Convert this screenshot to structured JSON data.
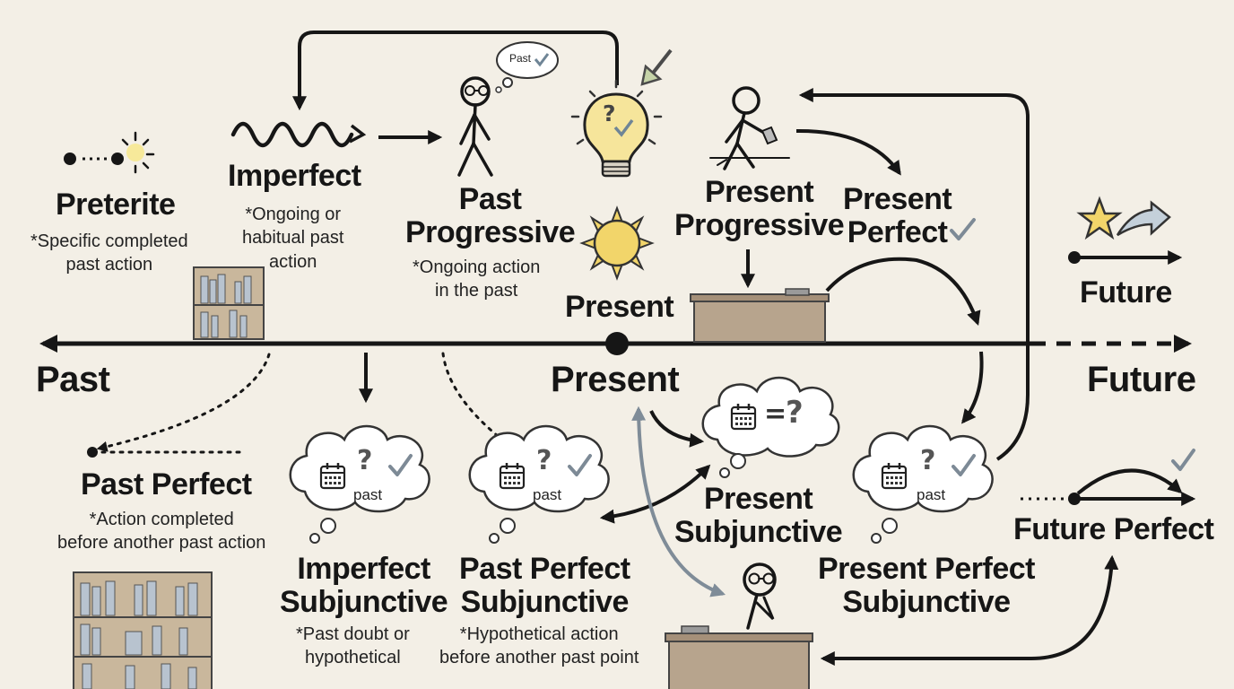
{
  "axis": {
    "past_label": "Past",
    "present_label": "Present",
    "future_label": "Future"
  },
  "tenses": {
    "preterite": {
      "name": "Preterite",
      "note": [
        "*Specific completed",
        "past action"
      ]
    },
    "imperfect": {
      "name": "Imperfect",
      "note": [
        "*Ongoing or",
        "habitual past",
        "action"
      ]
    },
    "past_progressive": {
      "name": [
        "Past",
        "Progressive"
      ],
      "note": [
        "*Ongoing action",
        "in the past"
      ]
    },
    "present": {
      "name": "Present"
    },
    "present_progressive": {
      "name": [
        "Present",
        "Progressive"
      ]
    },
    "present_perfect": {
      "name": [
        "Present",
        "Perfect"
      ]
    },
    "future": {
      "name": "Future"
    },
    "past_perfect": {
      "name": "Past Perfect",
      "note": [
        "*Action completed",
        "before another past action"
      ]
    },
    "imperfect_subjunctive": {
      "name": [
        "Imperfect",
        "Subjunctive"
      ],
      "note": [
        "*Past doubt or",
        "hypothetical"
      ]
    },
    "past_perfect_subjunctive": {
      "name": [
        "Past Perfect",
        "Subjunctive"
      ],
      "note": [
        "*Hypothetical action",
        "before another past point"
      ]
    },
    "present_subjunctive": {
      "name": [
        "Present",
        "Subjunctive"
      ]
    },
    "present_perfect_subjunctive": {
      "name": [
        "Present Perfect",
        "Subjunctive"
      ]
    },
    "future_perfect": {
      "name": "Future Perfect"
    }
  },
  "bubbles": {
    "past_thought": "Past",
    "cloud_word": "past",
    "equals_sign": "=",
    "question_mark": "?"
  },
  "icons": [
    "check-icon",
    "question-icon",
    "calendar-icon",
    "lightbulb-icon",
    "sun-icon",
    "star-icon",
    "bookshelf-icon",
    "desk-icon",
    "stick-figure-icon",
    "wave-icon",
    "burst-icon"
  ],
  "colors": {
    "background": "#f3efe6",
    "ink": "#161616",
    "sun_yellow": "#f2d56a",
    "desk_brown": "#b7a48d",
    "shelf_book_blue": "#b8c3cf",
    "check_gray": "#7d8a96",
    "link_gray_blue": "#8a96a2"
  }
}
